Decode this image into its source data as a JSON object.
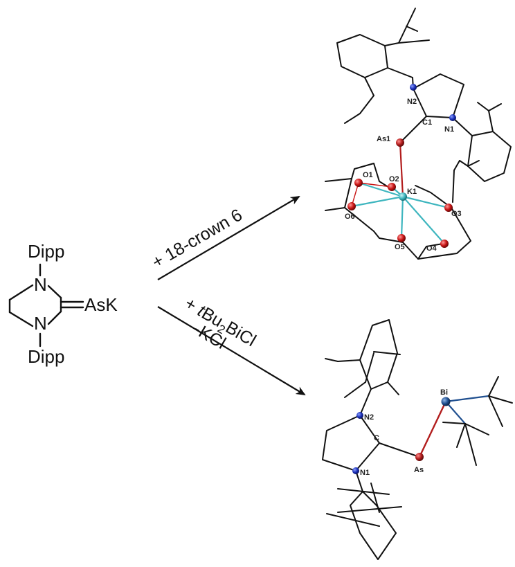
{
  "reactant": {
    "n_top": "N",
    "n_bottom": "N",
    "dipp_top": "Dipp",
    "dipp_bottom": "Dipp",
    "ask": "AsK"
  },
  "arrow_top": {
    "label": "+ 18-crown 6"
  },
  "arrow_bottom": {
    "label_plus": "+ ",
    "label_t": "t",
    "label_bu": "Bu",
    "label_sub": "2",
    "label_bicl": "BiCl",
    "label_line2": "-KCl"
  },
  "product_top": {
    "labels": {
      "N2": "N2",
      "C1": "C1",
      "N1": "N1",
      "As1": "As1",
      "K1": "K1",
      "O1": "O1",
      "O2": "O2",
      "O3": "O3",
      "O4": "O4",
      "O5": "O5",
      "O6": "O6"
    }
  },
  "product_bottom": {
    "labels": {
      "N2": "N2",
      "C": "C",
      "N1": "N1",
      "As": "As",
      "Bi": "Bi"
    }
  },
  "colors": {
    "nitrogen": "#1b2fb8",
    "arsenic": "#b21d1d",
    "oxygen": "#c81414",
    "potassium": "#3fb6bf",
    "bismuth": "#1f4f8f",
    "bond": "#111111"
  }
}
